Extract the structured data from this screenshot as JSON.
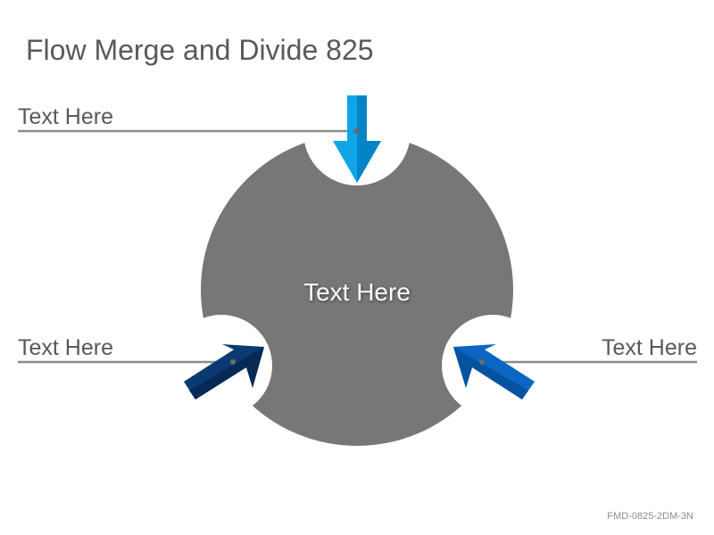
{
  "title": "Flow Merge and Divide 825",
  "center": {
    "label": "Text Here"
  },
  "flows": [
    {
      "position": "top",
      "label": "Text Here",
      "color": "#0ea5e9",
      "shade": "#0284c7"
    },
    {
      "position": "left",
      "label": "Text Here",
      "color": "#0b3a73",
      "shade": "#062a55"
    },
    {
      "position": "right",
      "label": "Text Here",
      "color": "#0a66c2",
      "shade": "#0552a0"
    }
  ],
  "colors": {
    "hub": "#777777",
    "connector": "#8c8c8c",
    "title_text": "#595959"
  },
  "footer": {
    "code": "FMD-0825-2DM-3N"
  }
}
